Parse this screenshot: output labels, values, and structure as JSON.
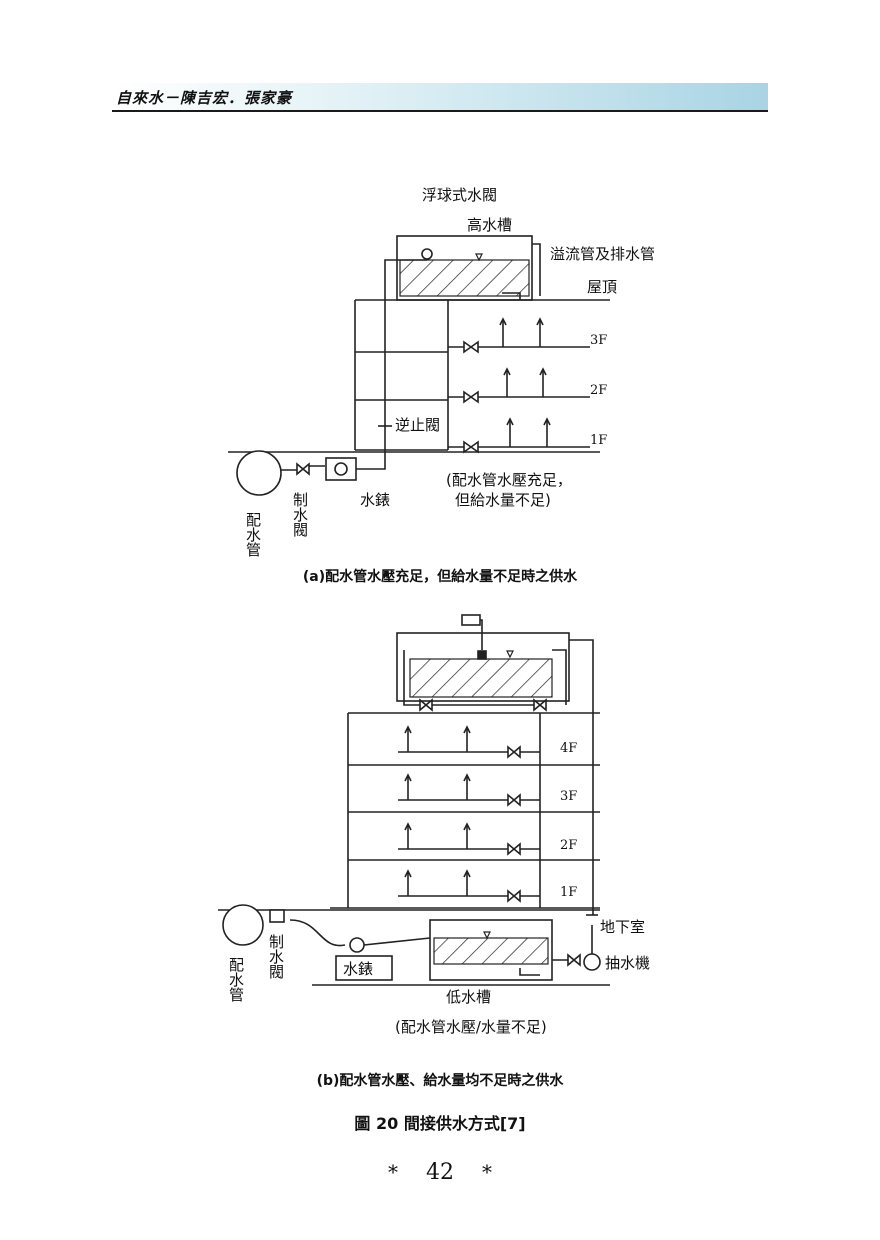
{
  "header": {
    "title": "自來水－陳吉宏．張家豪"
  },
  "diagram_a": {
    "labels": {
      "float_valve": "浮球式水閥",
      "high_tank": "高水槽",
      "overflow": "溢流管及排水管",
      "roof": "屋頂",
      "check_valve": "逆止閥",
      "water_meter": "水錶",
      "supply_pipe": "配水管",
      "control_valve": "制水閥",
      "condition_line1": "(配水管水壓充足，",
      "condition_line2": "但給水量不足)"
    },
    "floors": [
      "3F",
      "2F",
      "1F"
    ],
    "caption": "(a)配水管水壓充足，但給水量不足時之供水"
  },
  "diagram_b": {
    "labels": {
      "supply_pipe": "配水管",
      "control_valve": "制水閥",
      "water_meter": "水錶",
      "basement": "地下室",
      "pump": "抽水機",
      "low_tank": "低水槽",
      "condition": "(配水管水壓/水量不足)"
    },
    "floors": [
      "4F",
      "3F",
      "2F",
      "1F"
    ],
    "caption": "(b)配水管水壓、給水量均不足時之供水"
  },
  "figure_title": "圖 20  間接供水方式[7]",
  "page_number": "42",
  "page_star": "*"
}
